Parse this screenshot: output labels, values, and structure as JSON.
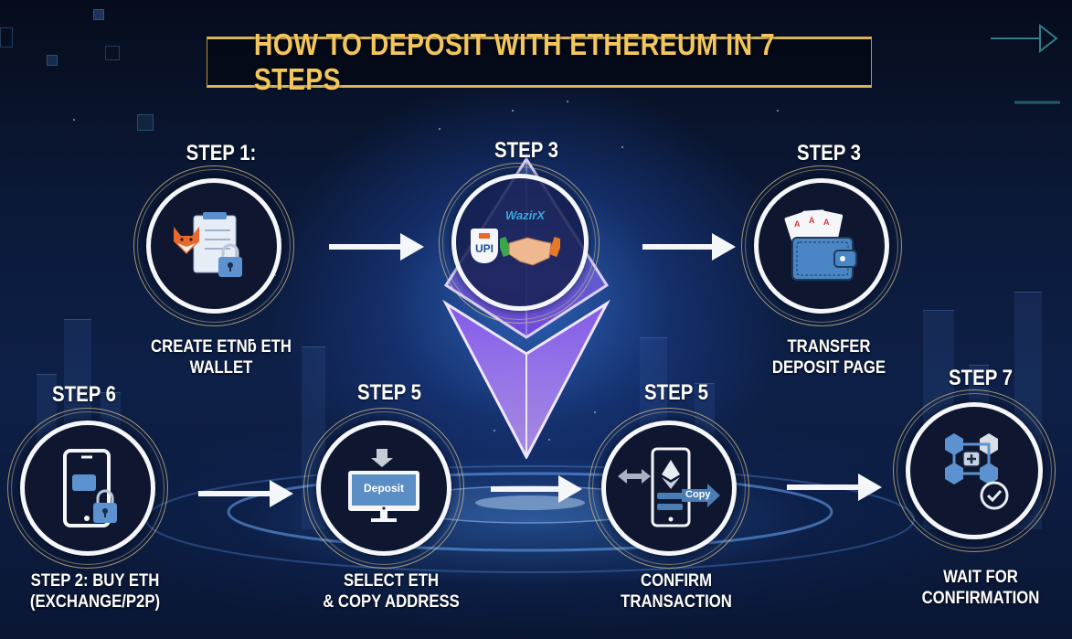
{
  "title": "HOW TO DEPOSIT WITH ETHEREUM IN 7 STEPS",
  "colors": {
    "title_gold": "#f2c65c",
    "frame_gold": "#d8b45a",
    "background_navy": "#0b1836",
    "ring_white": "#f4f6fa",
    "icon_blue": "#4a86c5",
    "eth_purple": "#9b6cf0"
  },
  "center_icon": "ethereum-diamond-icon",
  "steps": [
    {
      "label": "STEP 1:",
      "caption_line1": "CREATE ETNƃ ETH",
      "caption_line2": "WALLET",
      "icon": "fox-wallet-clipboard-lock-icon"
    },
    {
      "label": "STEP 3",
      "caption_line1": "",
      "caption_line2": "",
      "icon": "upi-handshake-icon",
      "brand_text": "WazirX",
      "badge_text": "UPI"
    },
    {
      "label": "STEP 3",
      "caption_line1": "TRANSFER",
      "caption_line2": "DEPOSIT PAGE",
      "icon": "cards-wallet-icon"
    },
    {
      "label": "STEP 6",
      "caption_line1": "STEP 2: BUY ETH",
      "caption_line2": "(EXCHANGE/P2P)",
      "icon": "phone-lock-icon"
    },
    {
      "label": "STEP 5",
      "caption_line1": "SELECT ETH",
      "caption_line2": "& COPY ADDRESS",
      "icon": "monitor-deposit-icon",
      "screen_text": "Deposit"
    },
    {
      "label": "STEP 5",
      "caption_line1": "CONFIRM",
      "caption_line2": "TRANSACTION",
      "icon": "phone-eth-copy-icon",
      "button_text": "Copy"
    },
    {
      "label": "STEP 7",
      "caption_line1": "WAIT FOR",
      "caption_line2": "CONFIRMATION",
      "icon": "blockchain-check-icon"
    }
  ],
  "arrows": [
    {
      "from": "step-1",
      "to": "step-2"
    },
    {
      "from": "step-2",
      "to": "step-3"
    },
    {
      "from": "step-4",
      "to": "step-5"
    },
    {
      "from": "step-5",
      "to": "step-6"
    },
    {
      "from": "step-6",
      "to": "step-7"
    }
  ]
}
